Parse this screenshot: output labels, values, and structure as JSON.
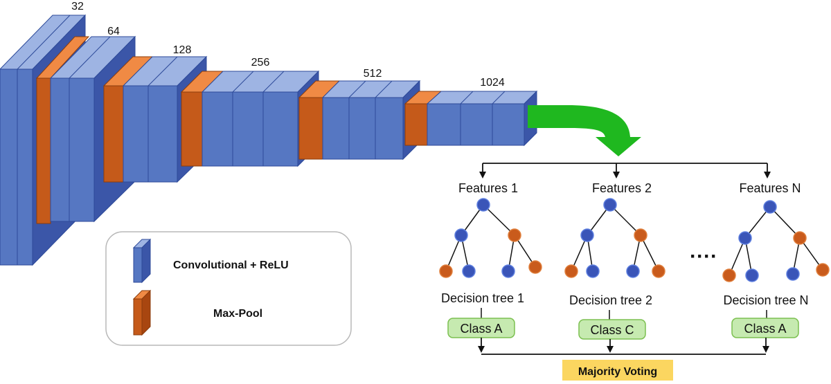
{
  "cnn": {
    "layer_labels": [
      "32",
      "64",
      "128",
      "256",
      "512",
      "1024"
    ]
  },
  "legend": {
    "conv_label": "Convolutional + ReLU",
    "pool_label": "Max-Pool"
  },
  "forest": {
    "trees": [
      {
        "feature_label": "Features 1",
        "tree_label": "Decision tree 1",
        "class_label": "Class A"
      },
      {
        "feature_label": "Features 2",
        "tree_label": "Decision tree 2",
        "class_label": "Class C"
      },
      {
        "feature_label": "Features N",
        "tree_label": "Decision tree N",
        "class_label": "Class A"
      }
    ],
    "ellipsis": "····",
    "voting_label": "Majority Voting"
  },
  "colors": {
    "conv_front": "#5677c2",
    "conv_top": "#9eb4e3",
    "conv_side": "#3b56a8",
    "pool_front": "#c55a1a",
    "pool_top": "#f08a44",
    "pool_side": "#a84610",
    "node_blue": "#3a55b8",
    "node_orange": "#c95b1c",
    "class_fill": "#c6eab0",
    "class_stroke": "#7cc050",
    "arrow_green": "#1fb81f",
    "voting_bg": "#fbd660"
  }
}
